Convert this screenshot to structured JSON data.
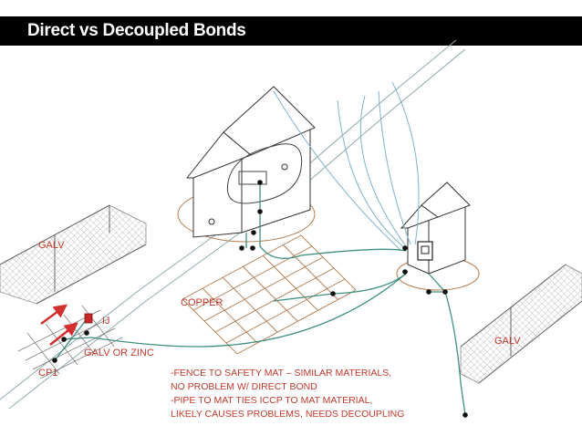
{
  "slide": {
    "title": "Direct vs Decoupled Bonds"
  },
  "labels": {
    "galv_left": "GALV",
    "copper": "COPPER",
    "ij": "IJ",
    "galv_or_zinc": "GALV OR ZINC",
    "cp1": "CP1",
    "galv_right": "GALV"
  },
  "note_lines": [
    "-FENCE TO SAFETY MAT – SIMILAR MATERIALS,",
    "NO PROBLEM W/ DIRECT BOND",
    "-PIPE TO MAT TIES ICCP TO MAT MATERIAL,",
    "LIKELY CAUSES PROBLEMS, NEEDS DECOUPLING"
  ],
  "colors": {
    "annotation_red": "#c0392b",
    "wire_teal": "#3f8f80",
    "cable_blue": "#7fb3c8",
    "copper_grid": "#b07b4f",
    "title_bar": "#000000"
  }
}
